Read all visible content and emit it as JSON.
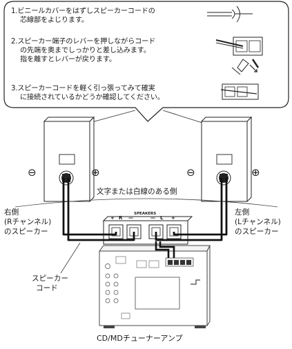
{
  "instructions": [
    {
      "lines": [
        "1.ビニールカバーをはずしスピーカーコードの",
        "芯線部をよじります。"
      ]
    },
    {
      "lines": [
        "2.スピーカー端子のレバーを押しながらコード",
        "の先端を奥までしっかりと差し込みます。",
        "指を離すとレバーが戻ります。"
      ]
    },
    {
      "lines": [
        "3.スピーカーコードを軽く引っ張ってみて確実",
        "に接続されているかどうか確認してください。"
      ]
    }
  ],
  "speakers": {
    "left": {
      "label_lines": [
        "右側",
        "(Rチャンネル)",
        "のスピーカー"
      ],
      "minus": "⊖",
      "plus": "⊕"
    },
    "right": {
      "label_lines": [
        "左側",
        "(Lチャンネル)",
        "のスピーカー"
      ],
      "minus": "⊖",
      "plus": "⊕"
    }
  },
  "wire_note": "文字または白線のある側",
  "terminal_panel": {
    "title": "SPEAKERS",
    "marks": [
      "+",
      "R",
      "—",
      "—",
      "L",
      "+"
    ]
  },
  "cord_label_lines": [
    "スピーカー",
    "コード"
  ],
  "unit_label": "CD/MDチューナーアンプ"
}
